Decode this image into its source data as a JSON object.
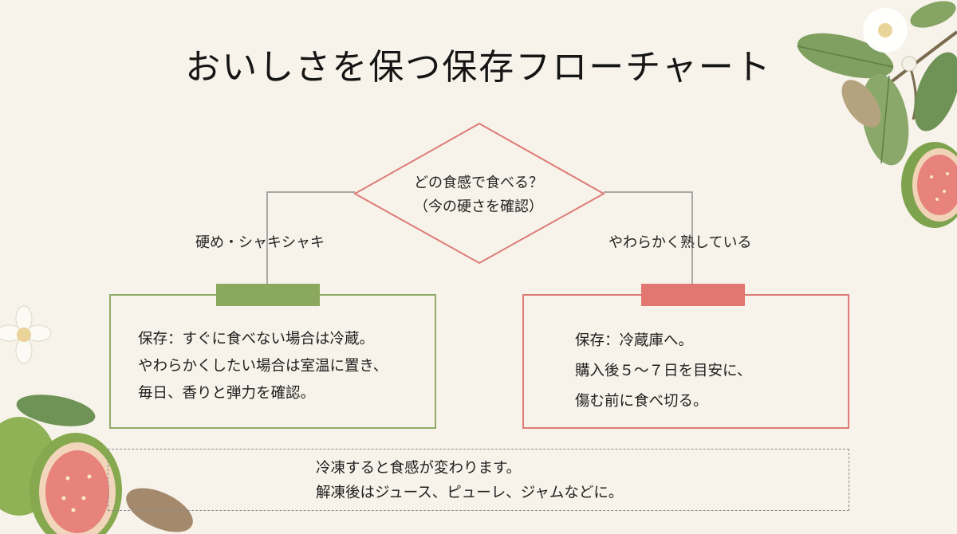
{
  "title": "おいしさを保つ保存フローチャート",
  "decision": {
    "line1": "どの食感で食べる？",
    "line2": "（今の硬さを確認）"
  },
  "branches": {
    "left_label": "硬め・シャキシャキ",
    "right_label": "やわらかく熟している"
  },
  "boxes": {
    "left": {
      "lines": [
        "保存：すぐに食べない場合は冷蔵。",
        "やわらかくしたい場合は室温に置き、",
        "毎日、香りと弾力を確認。"
      ]
    },
    "right": {
      "lines": [
        "保存：冷蔵庫へ。",
        "購入後５〜７日を目安に、",
        "傷む前に食べ切る。"
      ]
    }
  },
  "note": {
    "lines": [
      "冷凍すると食感が変わります。",
      "解凍後はジュース、ピューレ、ジャムなどに。"
    ]
  },
  "colors": {
    "background": "#f7f3ea",
    "green": "#8aa85e",
    "red": "#e27670",
    "line_gray": "#9a9a9a"
  },
  "decorations": [
    "guava-branch-top-right",
    "guava-half-right",
    "guava-flower-left",
    "guava-fruits-bottom-left"
  ]
}
